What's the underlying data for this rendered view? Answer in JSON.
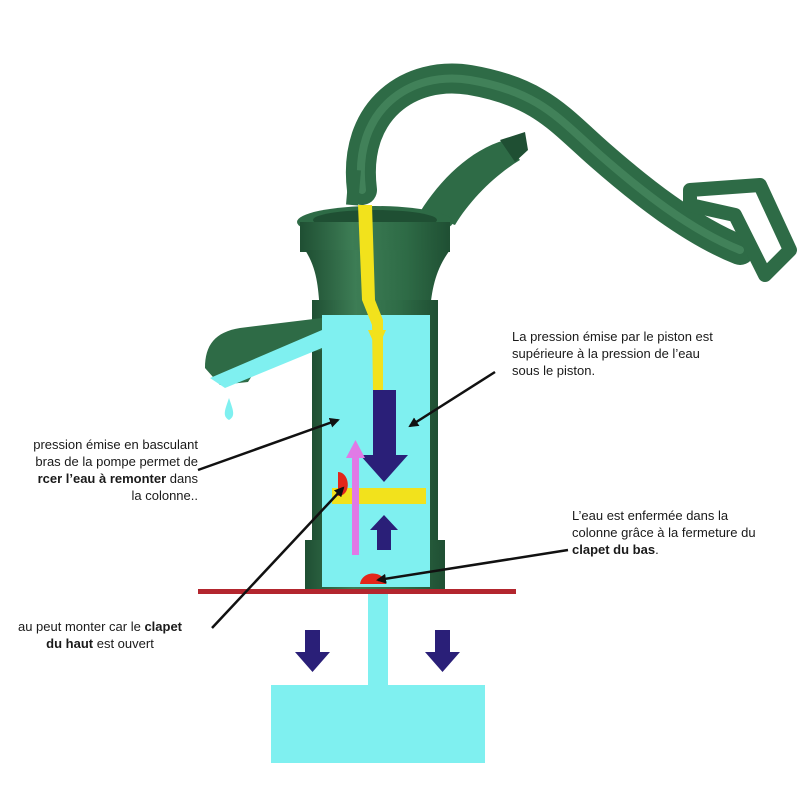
{
  "colors": {
    "pump_green": "#2e6b46",
    "pump_green_dark": "#1f4f33",
    "pump_green_light": "#4f8f66",
    "water": "#7ff0f0",
    "piston_yellow": "#f2e21c",
    "arrow_navy": "#2a1f78",
    "arrow_pink": "#e07ae6",
    "valve_red": "#e3261b",
    "ground_line": "#b3262e",
    "pointer": "#111111"
  },
  "icons": {
    "down_arrow": "down-arrow-icon",
    "up_arrow": "up-arrow-icon",
    "valve": "valve-icon",
    "drop": "water-drop-icon"
  },
  "annotations": {
    "top_right": {
      "line1": "La pression émise par le piston est",
      "line2": "supérieure à la pression de l’eau",
      "line3": "sous le piston."
    },
    "left": {
      "line1": "pression émise en basculant",
      "line2": "bras de la pompe permet de",
      "line3_bold": "rcer l’eau à remonter",
      "line3_rest": " dans",
      "line4": "la colonne.."
    },
    "right_bottom": {
      "line1": "L’eau est enfermée dans la",
      "line2": "colonne grâce à la fermeture du",
      "line3_bold": "clapet du bas",
      "line3_rest": "."
    },
    "bottom_left": {
      "line1_pre": "au peut monter car le ",
      "line1_bold": "clapet",
      "line2_bold": "du haut",
      "line2_rest": " est ouvert"
    }
  }
}
